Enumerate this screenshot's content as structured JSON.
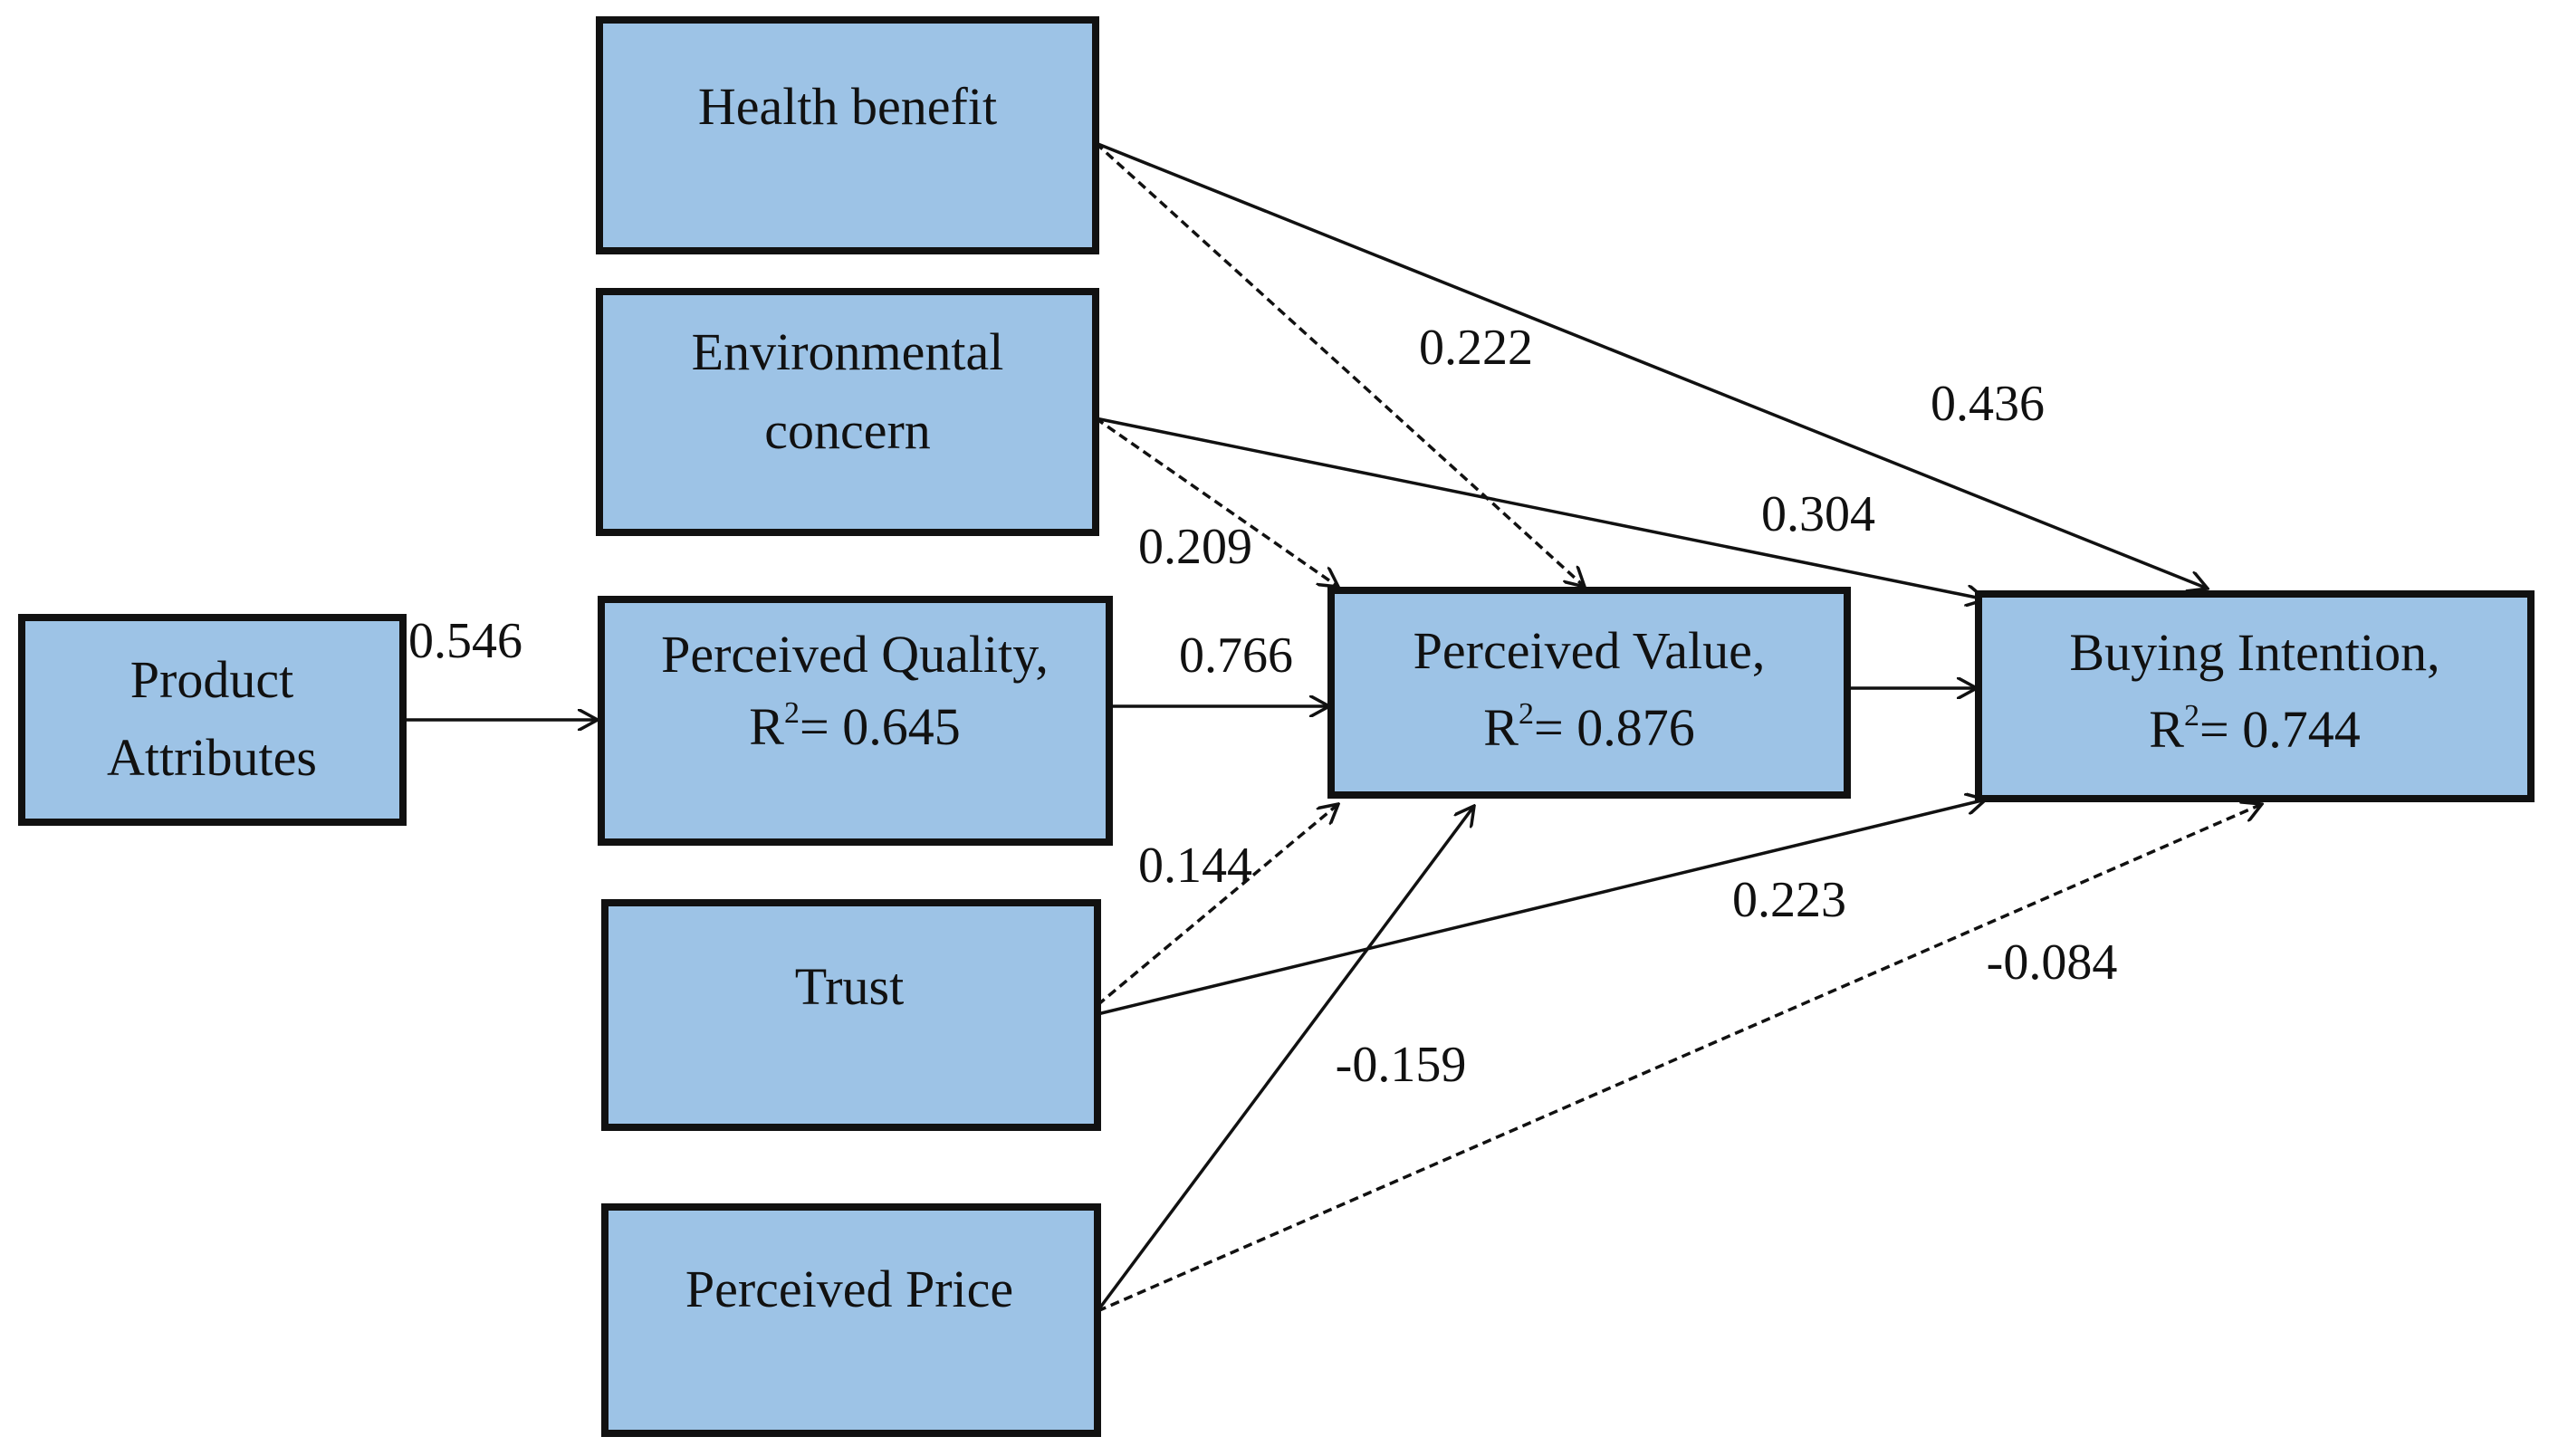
{
  "nodes": {
    "health_benefit": {
      "lines": [
        "Health benefit"
      ]
    },
    "environmental_concern": {
      "lines": [
        "Environmental",
        "concern"
      ]
    },
    "product_attributes": {
      "lines": [
        "Product",
        "Attributes"
      ]
    },
    "perceived_quality": {
      "line1": "Perceived Quality,",
      "r2_prefix": "R",
      "r2_sup": "2",
      "r2_value": "= 0.645"
    },
    "perceived_value": {
      "line1": "Perceived Value,",
      "r2_prefix": "R",
      "r2_sup": "2",
      "r2_value": "= 0.876"
    },
    "buying_intention": {
      "line1": "Buying Intention,",
      "r2_prefix": "R",
      "r2_sup": "2",
      "r2_value": "= 0.744"
    },
    "trust": {
      "lines": [
        "Trust"
      ]
    },
    "perceived_price": {
      "lines": [
        "Perceived Price"
      ]
    }
  },
  "edges": [
    {
      "id": "pa-pq",
      "from": "Product Attributes",
      "to": "Perceived Quality",
      "coefficient": "0.546",
      "style": "solid"
    },
    {
      "id": "pq-pv",
      "from": "Perceived Quality",
      "to": "Perceived Value",
      "coefficient": "0.766",
      "style": "solid"
    },
    {
      "id": "hb-pv",
      "from": "Health benefit",
      "to": "Perceived Value",
      "coefficient": "0.222",
      "style": "dashed"
    },
    {
      "id": "hb-bi",
      "from": "Health benefit",
      "to": "Buying Intention",
      "coefficient": "0.436",
      "style": "solid"
    },
    {
      "id": "ec-pv",
      "from": "Environmental concern",
      "to": "Perceived Value",
      "coefficient": "0.209",
      "style": "dashed"
    },
    {
      "id": "ec-bi",
      "from": "Environmental concern",
      "to": "Buying Intention",
      "coefficient": "0.304",
      "style": "solid"
    },
    {
      "id": "tr-pv",
      "from": "Trust",
      "to": "Perceived Value",
      "coefficient": "0.144",
      "style": "dashed"
    },
    {
      "id": "tr-bi",
      "from": "Trust",
      "to": "Buying Intention",
      "coefficient": "0.223",
      "style": "solid"
    },
    {
      "id": "pp-pv",
      "from": "Perceived Price",
      "to": "Perceived Value",
      "coefficient": "-0.159",
      "style": "solid"
    },
    {
      "id": "pp-bi",
      "from": "Perceived Price",
      "to": "Buying Intention",
      "coefficient": "-0.084",
      "style": "dashed"
    },
    {
      "id": "pv-bi",
      "from": "Perceived Value",
      "to": "Buying Intention",
      "coefficient": "",
      "style": "solid"
    }
  ],
  "colors": {
    "box_fill": "#9dc3e6",
    "box_stroke": "#111111",
    "text": "#111111",
    "background": "#ffffff"
  }
}
